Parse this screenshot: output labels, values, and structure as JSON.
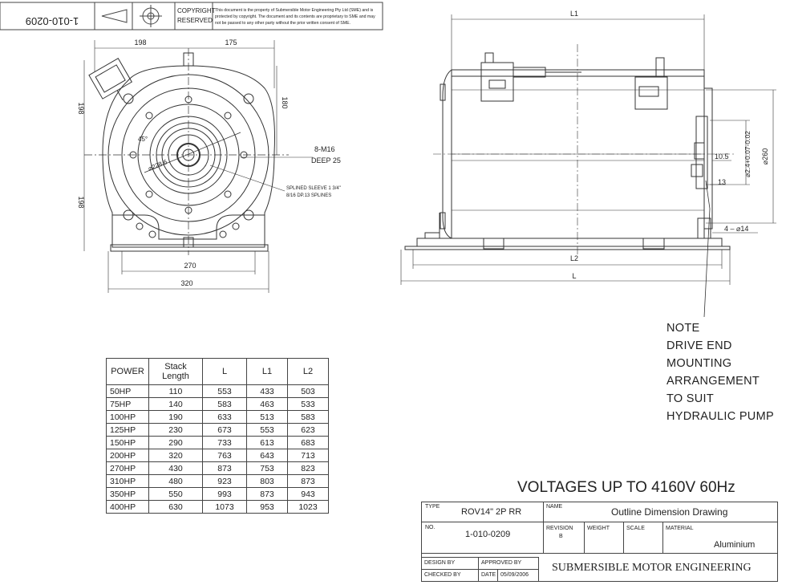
{
  "header": {
    "drawing_number_inverted": "1-010-0209",
    "copyright_label": [
      "COPYRIGHT",
      "RESERVED"
    ],
    "copyright_text": [
      "This document is the property of Submersible Motor Engineering Pty Ltd (SME) and is",
      "protected by copyright. The document and its contents are proprietary to SME and may",
      "not be passed to any other party without the prior written consent of SME."
    ]
  },
  "front_view": {
    "dim_top_left": "198",
    "dim_top_right": "175",
    "dim_left_upper": "198",
    "dim_left_lower": "198",
    "dim_right": "180",
    "dim_angle": "45°",
    "dim_diameter": "⌀228.6",
    "dim_base_inner": "270",
    "dim_base_outer": "320",
    "callout_bolts": [
      "8-M16",
      "DEEP 25"
    ],
    "callout_sleeve": [
      "SPLINED SLEEVE 1 3/4\"",
      "8/16 DP.13 SPLINES"
    ]
  },
  "side_view": {
    "dim_L1": "L1",
    "dim_L2": "L2",
    "dim_L": "L",
    "dim_10_5": "10.5",
    "dim_13": "13",
    "dim_spigot": "⌀2.4+0.07-0.02",
    "dim_flange": "⌀260",
    "dim_holes": "4 – ⌀14"
  },
  "note": [
    "NOTE",
    "DRIVE END",
    "MOUNTING",
    "ARRANGEMENT",
    "TO SUIT",
    "HYDRAULIC PUMP"
  ],
  "power_table": {
    "headers": [
      "POWER",
      "Stack Length",
      "L",
      "L1",
      "L2"
    ],
    "rows": [
      [
        "50HP",
        "110",
        "553",
        "433",
        "503"
      ],
      [
        "75HP",
        "140",
        "583",
        "463",
        "533"
      ],
      [
        "100HP",
        "190",
        "633",
        "513",
        "583"
      ],
      [
        "125HP",
        "230",
        "673",
        "553",
        "623"
      ],
      [
        "150HP",
        "290",
        "733",
        "613",
        "683"
      ],
      [
        "200HP",
        "320",
        "763",
        "643",
        "713"
      ],
      [
        "270HP",
        "430",
        "873",
        "753",
        "823"
      ],
      [
        "310HP",
        "480",
        "923",
        "803",
        "873"
      ],
      [
        "350HP",
        "550",
        "993",
        "873",
        "943"
      ],
      [
        "400HP",
        "630",
        "1073",
        "953",
        "1023"
      ]
    ]
  },
  "voltage_title": "VOLTAGES UP TO 4160V 60Hz",
  "title_block": {
    "type_label": "TYPE",
    "type_value": "ROV14\" 2P RR",
    "name_label": "NAME",
    "name_value": "Outline Dimension Drawing",
    "no_label": "NO.",
    "no_value": "1-010-0209",
    "revision_label": "REVISION",
    "revision_value": "B",
    "weight_label": "WEIGHT",
    "scale_label": "SCALE",
    "material_label": "MATERIAL",
    "material_value": "Aluminium",
    "design_label": "DESIGN BY",
    "approved_label": "APPROVED BY",
    "checked_label": "CHECKED BY",
    "date_label": "DATE",
    "date_value": "05/09/2006",
    "company": "SUBMERSIBLE MOTOR ENGINEERING"
  }
}
